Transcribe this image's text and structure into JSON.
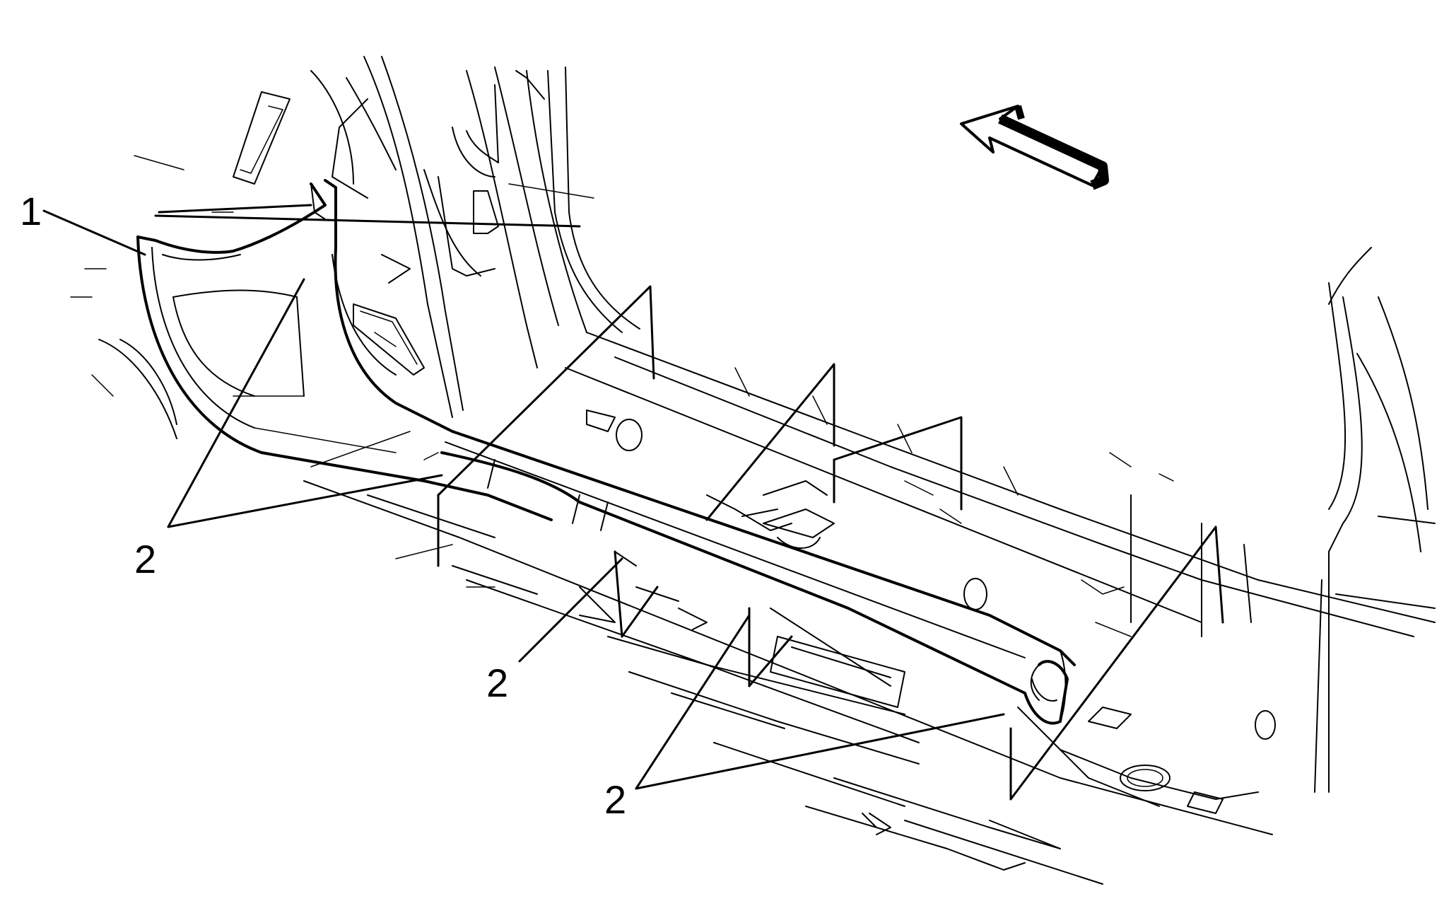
{
  "callouts": {
    "trim_panel": "1",
    "fastener_a": "2",
    "fastener_b": "2",
    "fastener_c": "2"
  }
}
